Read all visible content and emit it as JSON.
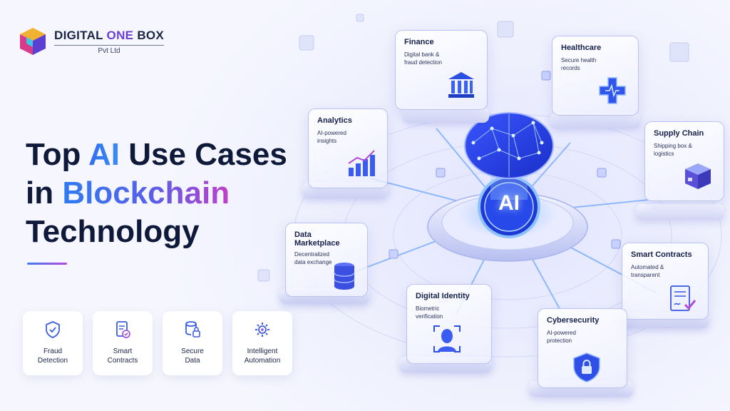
{
  "brand": {
    "name_part1": "DIGITAL ",
    "name_part2": "ONE",
    "name_part3": " BOX",
    "sub": "Pvt Ltd"
  },
  "headline": {
    "line1_a": "Top ",
    "line1_ai": "AI",
    "line1_b": " Use Cases",
    "line2_a": "in ",
    "line2_bc": "Blockchain",
    "line3": "Technology"
  },
  "features": [
    {
      "icon": "shield-check-icon",
      "label": "Fraud\nDetection"
    },
    {
      "icon": "contract-doc-icon",
      "label": "Smart\nContracts"
    },
    {
      "icon": "padlock-doc-icon",
      "label": "Secure\nData"
    },
    {
      "icon": "gear-network-icon",
      "label": "Intelligent\nAutomation"
    }
  ],
  "hub": {
    "label": "AI"
  },
  "cards": {
    "finance": {
      "title": "Finance",
      "desc": "Digital bank &\nfraud detection",
      "icon": "bank-icon"
    },
    "healthcare": {
      "title": "Healthcare",
      "desc": "Secure health\nrecords",
      "icon": "medical-cross-icon"
    },
    "analytics": {
      "title": "Analytics",
      "desc": "AI-powered\ninsights",
      "icon": "bar-chart-icon"
    },
    "supply_chain": {
      "title": "Supply Chain",
      "desc": "Shipping box &\nlogistics",
      "icon": "box-icon"
    },
    "data_marketplace": {
      "title": "Data\nMarketplace",
      "desc": "Decentralized\ndata exchange",
      "icon": "database-icon"
    },
    "smart_contracts": {
      "title": "Smart Contracts",
      "desc": "Automated &\ntransparent",
      "icon": "signed-document-icon"
    },
    "digital_identity": {
      "title": "Digital Identity",
      "desc": "Biometric\nverification",
      "icon": "face-scan-icon"
    },
    "cybersecurity": {
      "title": "Cybersecurity",
      "desc": "AI-powered\nprotection",
      "icon": "shield-lock-icon"
    }
  },
  "colors": {
    "accent_blue": "#2f6ff0",
    "accent_purple": "#b848d8",
    "navy": "#0f1a3a"
  }
}
